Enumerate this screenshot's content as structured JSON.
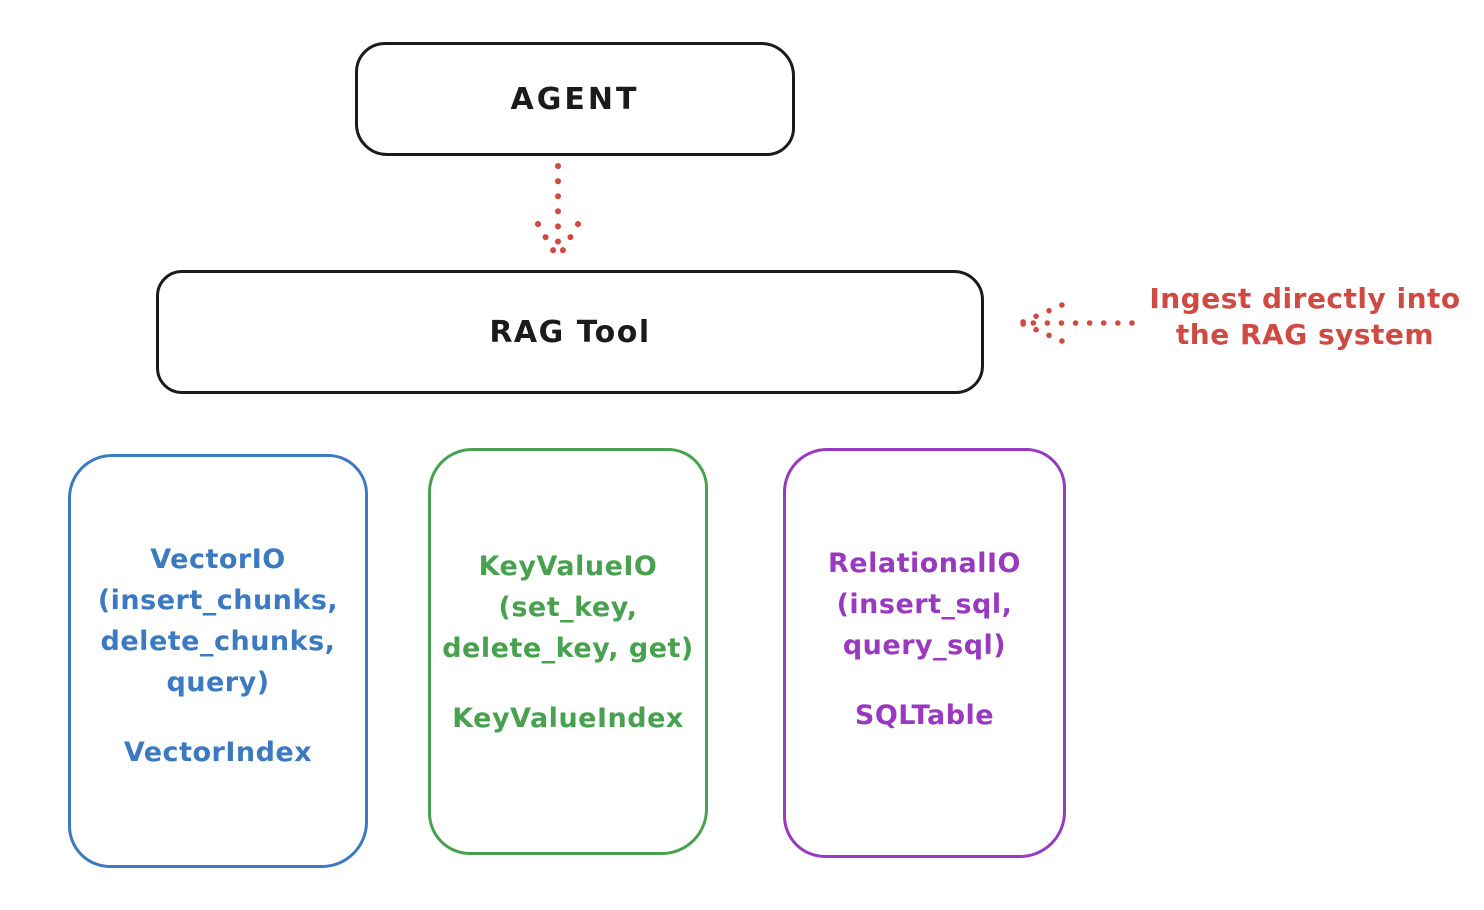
{
  "diagram": {
    "kind": "hand-drawn architecture diagram",
    "background": "#ffffff"
  },
  "colors": {
    "ink": "#1b1b1b",
    "red": "#cf4a42",
    "blue": "#3b79c1",
    "green": "#47a14f",
    "purple": "#9939c0"
  },
  "nodes": {
    "agent": {
      "label": "AGENT"
    },
    "rag_tool": {
      "label": "RAG Tool"
    },
    "vector_io": {
      "lines": [
        "VectorIO",
        "(insert_chunks,",
        "delete_chunks,",
        "query)"
      ],
      "index_label": "VectorIndex",
      "color": "#3b79c1"
    },
    "key_value_io": {
      "lines": [
        "KeyValueIO",
        "(set_key,",
        "delete_key, get)"
      ],
      "index_label": "KeyValueIndex",
      "color": "#47a14f"
    },
    "relational_io": {
      "lines": [
        "RelationalIO",
        "(insert_sql,",
        "query_sql)"
      ],
      "index_label": "SQLTable",
      "color": "#9939c0"
    }
  },
  "annotation": {
    "lines": [
      "Ingest directly into",
      "the RAG system"
    ],
    "color": "#cf4a42"
  },
  "arrows": [
    {
      "name": "agent-to-rag-tool",
      "style": "dotted",
      "color": "#cf4a42",
      "direction": "down"
    },
    {
      "name": "ingest-into-rag-tool",
      "style": "dotted",
      "color": "#cf4a42",
      "direction": "left"
    }
  ]
}
